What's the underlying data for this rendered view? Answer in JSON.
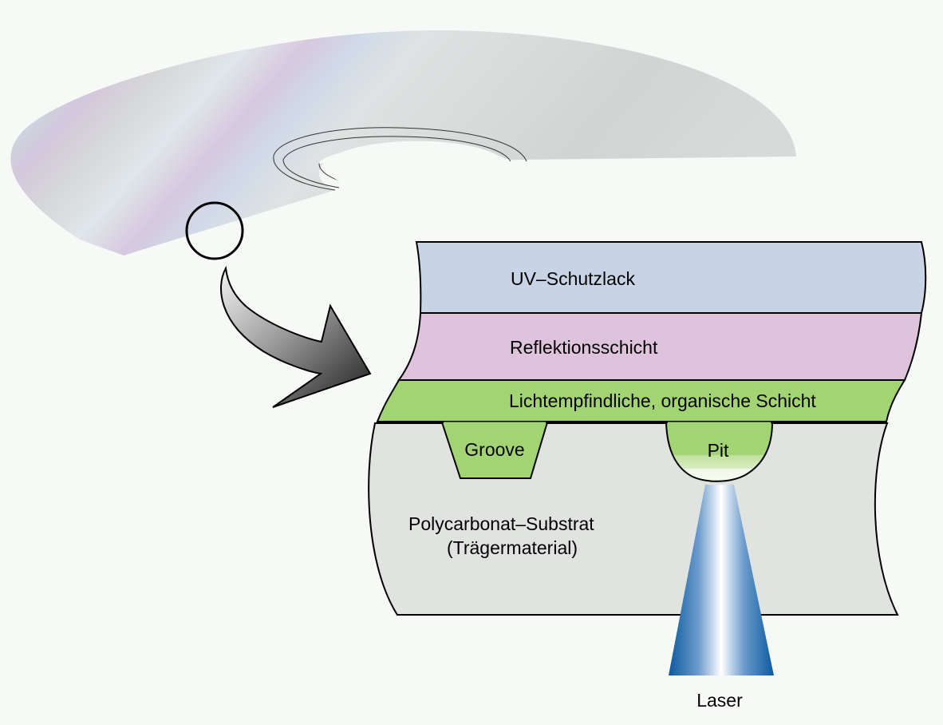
{
  "diagram": {
    "layers": {
      "uv": "UV–Schutzlack",
      "reflection": "Reflektionsschicht",
      "dye": "Lichtempfindliche, organische Schicht",
      "substrate_line1": "Polycarbonat–Substrat",
      "substrate_line2": "(Trägermaterial)"
    },
    "features": {
      "groove": "Groove",
      "pit": "Pit",
      "laser": "Laser"
    },
    "colors": {
      "background": "#f7f9f6",
      "uv_layer": "#c8d4e6",
      "reflection_layer": "#dfc3dd",
      "dye_layer": "#a3d474",
      "substrate": "#e0e3e0",
      "laser_blue": "#0d5aa0",
      "arrow_dark": "#2a2a2a",
      "disc_silver": "#d4d6d6"
    },
    "icons": [
      "cd-disc-icon",
      "magnifier-circle-icon",
      "curved-arrow-icon",
      "laser-beam-icon"
    ]
  }
}
